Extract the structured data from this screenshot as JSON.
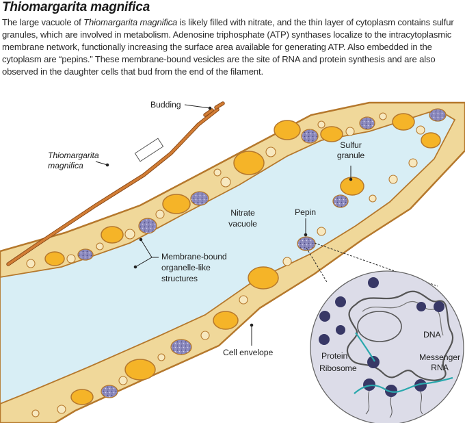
{
  "title": "Thiomargarita magnifica",
  "caption": {
    "t1": "The large vacuole of ",
    "t1_italic": "Thiomargarita magnifica",
    "t2": " is likely filled with nitrate, and the thin layer of cytoplasm contains sulfur granules, which are involved in metabolism. Adenosine triphosphate (ATP) synthases localize to the intracytoplasmic membrane network, functionally increasing the surface area available for generating ATP. Also embedded in the cytoplasm are “pepins.” These membrane-bound vesicles are the site of RNA and protein synthesis and are also observed in the daughter cells that bud from the end of the filament."
  },
  "labels": {
    "budding": "Budding",
    "organism_line1": "Thiomargarita",
    "organism_line2": "magnifica",
    "sulfur_line1": "Sulfur",
    "sulfur_line2": "granule",
    "nitrate_line1": "Nitrate",
    "nitrate_line2": "vacuole",
    "pepin": "Pepin",
    "membrane_line1": "Membrane-bound",
    "membrane_line2": "organelle-like",
    "membrane_line3": "structures",
    "cell_envelope": "Cell envelope",
    "dna": "DNA",
    "protein": "Protein",
    "ribosome": "Ribosome",
    "mrna_line1": "Messenger",
    "mrna_line2": "RNA"
  },
  "colors": {
    "vacuole": "#d8eef5",
    "cytoplasm": "#f0d89a",
    "membrane": "#b5782c",
    "sulfur_granule": "#f5b428",
    "pepin": "#8e8cc0",
    "filament": "#d27d35",
    "zoom_circle": "#dcdce8",
    "ribosome": "#383866",
    "mrna": "#2aa8ad"
  }
}
